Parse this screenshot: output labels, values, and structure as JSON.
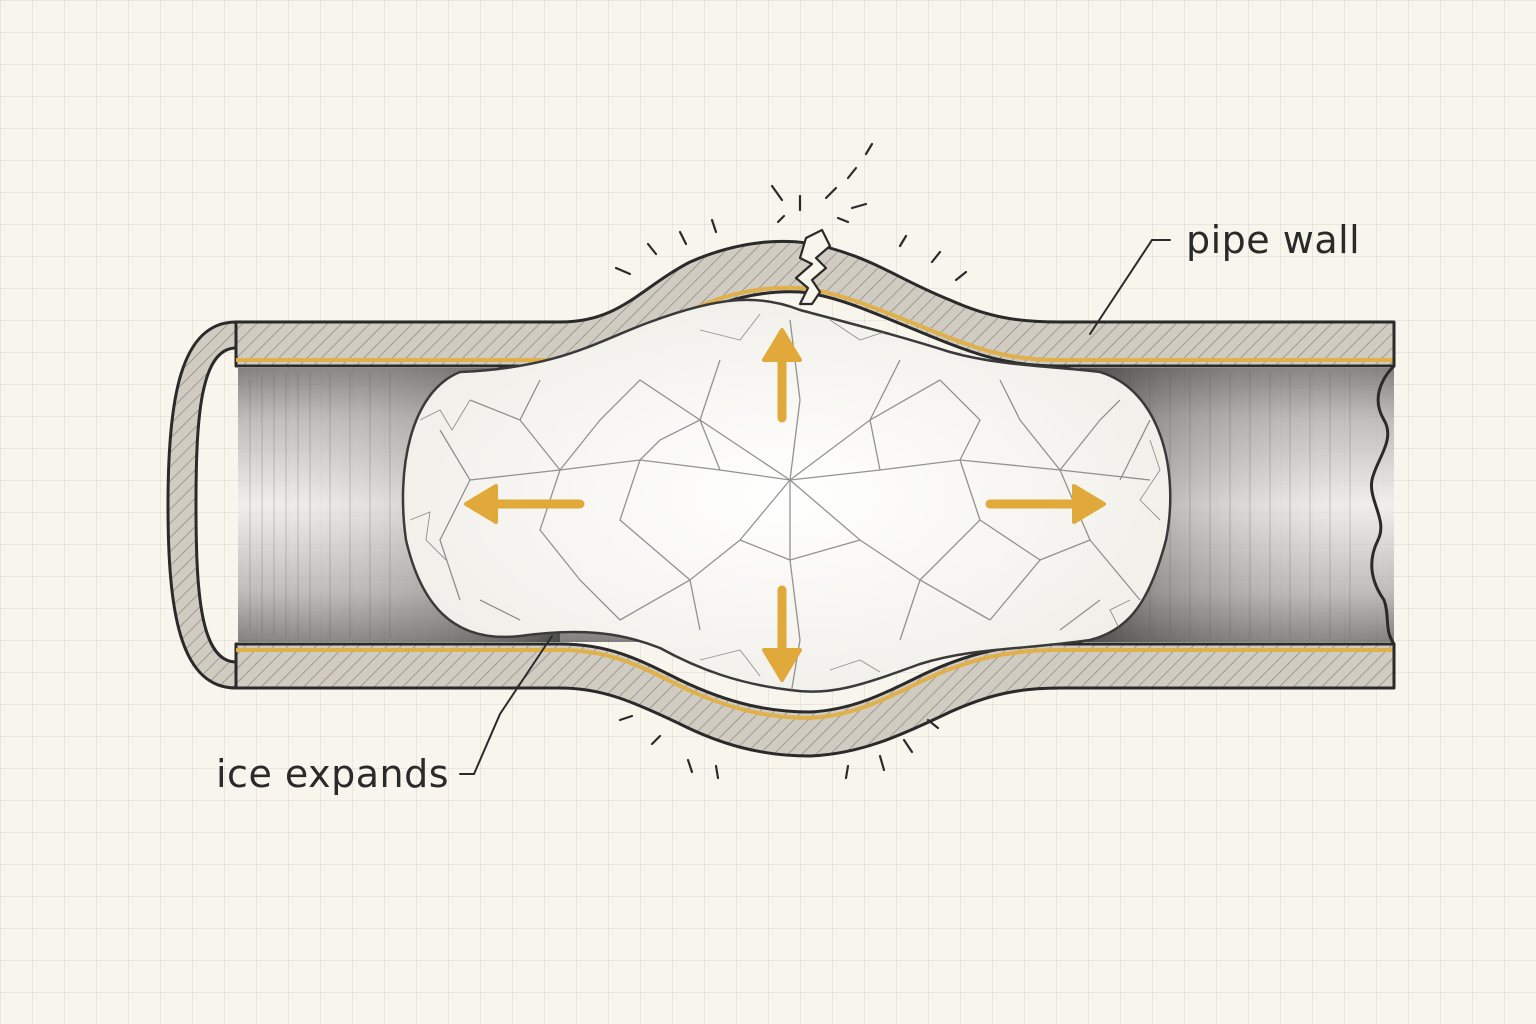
{
  "labels": {
    "pipe_wall": "pipe wall",
    "ice_expands": "ice expands"
  },
  "colors": {
    "background": "#f8f5ec",
    "grid": "#c9ccd0",
    "pipe_wall_fill": "#cfcac0",
    "pipe_inner_liner": "#e0b04a",
    "ice": "#fbfaf6",
    "ice_cracks": "#6e6e6e",
    "arrows": "#e0a93a",
    "ink": "#2a2a2a"
  },
  "icons": {
    "expansion_arrows": "arrow-icon",
    "crack": "crack-icon",
    "stress_marks": "stress-marks"
  }
}
